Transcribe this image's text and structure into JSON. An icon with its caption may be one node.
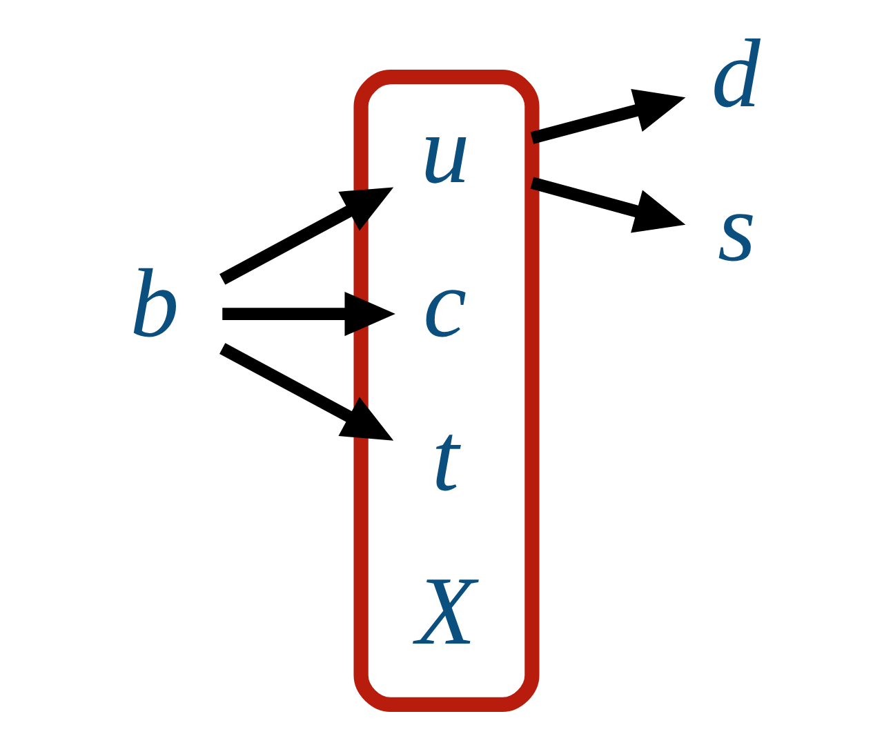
{
  "diagram": {
    "nodes": [
      {
        "text": [
          "b"
        ]
      },
      {
        "text": [],
        "shape": "ellipse"
      },
      {
        "text": [
          "u"
        ],
        "in": 1
      },
      {
        "text": [
          "c"
        ],
        "in": 1
      },
      {
        "text": [
          "t"
        ],
        "in": 1
      },
      {
        "text": [
          "X"
        ],
        "in": 1
      },
      {
        "text": [
          "d"
        ]
      },
      {
        "text": [
          "s"
        ]
      }
    ],
    "edges": [
      {
        "from": 0,
        "to": 2,
        "arrow": "to"
      },
      {
        "from": 0,
        "to": 3,
        "arrow": "to"
      },
      {
        "from": 0,
        "to": 4,
        "arrow": "to"
      },
      {
        "from": 1,
        "to": 6,
        "arrow": "to"
      },
      {
        "from": 1,
        "to": 7,
        "arrow": "to"
      }
    ]
  }
}
